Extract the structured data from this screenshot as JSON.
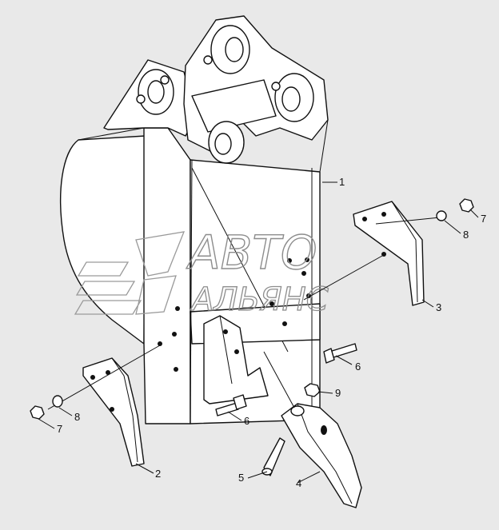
{
  "watermark": {
    "line1": "АВТО",
    "line2": "АЛЬЯНС"
  },
  "callouts": [
    "1",
    "2",
    "3",
    "4",
    "5",
    "6",
    "6",
    "7",
    "7",
    "8",
    "8",
    "9"
  ]
}
